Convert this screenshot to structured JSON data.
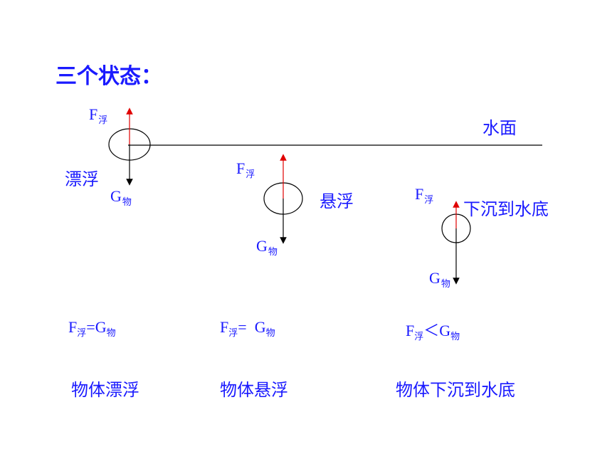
{
  "title": "三个状态：",
  "water_label": "水面",
  "states": [
    {
      "label": "漂浮",
      "buoyancy": {
        "sym": "F",
        "sub": "浮"
      },
      "gravity": {
        "sym": "G",
        "sub": "物"
      },
      "relation": {
        "lhs_sym": "F",
        "lhs_sub": "浮",
        "op": "=",
        "rhs_sym": "G",
        "rhs_sub": "物"
      },
      "conclusion": "物体漂浮"
    },
    {
      "label": "悬浮",
      "buoyancy": {
        "sym": "F",
        "sub": "浮"
      },
      "gravity": {
        "sym": "G",
        "sub": "物"
      },
      "relation": {
        "lhs_sym": "F",
        "lhs_sub": "浮",
        "op": "=  ",
        "rhs_sym": "G",
        "rhs_sub": "物"
      },
      "conclusion": "物体悬浮"
    },
    {
      "label": "下沉到水底",
      "buoyancy": {
        "sym": "F",
        "sub": "浮"
      },
      "gravity": {
        "sym": "G",
        "sub": "物"
      },
      "relation": {
        "lhs_sym": "F",
        "lhs_sub": "浮",
        "op": "＜",
        "rhs_sym": "G",
        "rhs_sub": "物"
      },
      "conclusion": "物体下沉到水底"
    }
  ],
  "colors": {
    "text": "#1a1aff",
    "buoyancy_arrow": "#e00000",
    "gravity_arrow": "#000000",
    "line": "#000000"
  }
}
